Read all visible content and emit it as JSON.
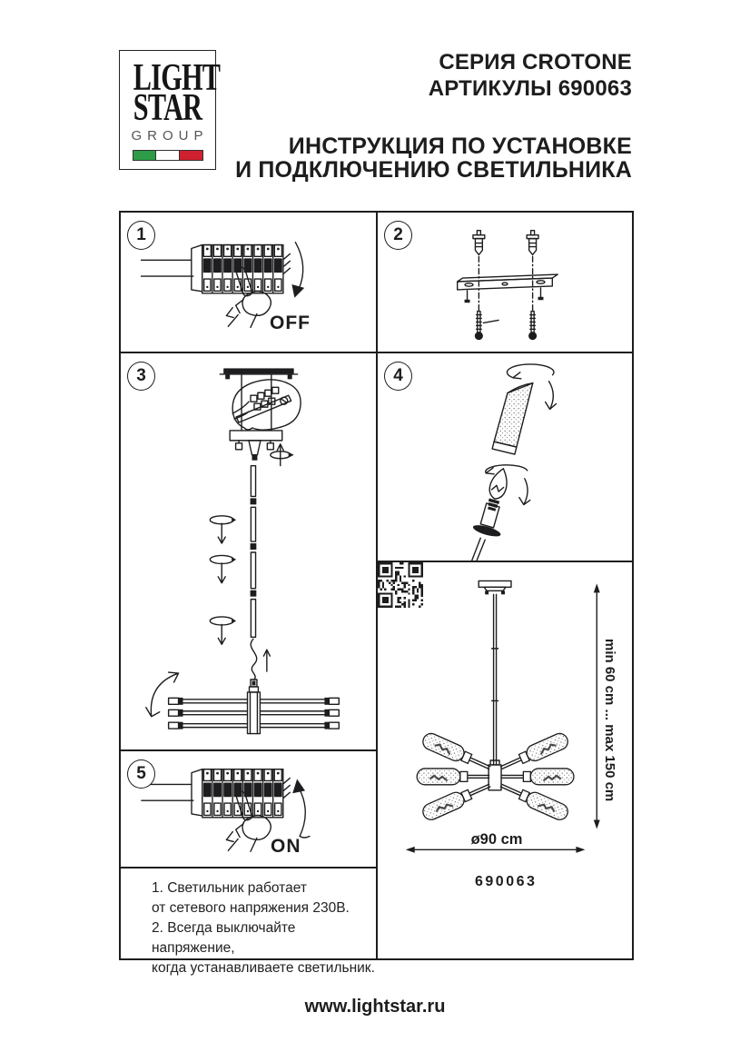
{
  "header": {
    "series": "СЕРИЯ CROTONE",
    "articles": "АРТИКУЛЫ 690063",
    "instruction_line1": "ИНСТРУКЦИЯ ПО УСТАНОВКЕ",
    "instruction_line2": "И ПОДКЛЮЧЕНИЮ СВЕТИЛЬНИКА"
  },
  "logo": {
    "word1": "LIGHT",
    "word2": "STAR",
    "word3": "GROUP"
  },
  "steps": {
    "s1": {
      "num": "1",
      "label": "OFF"
    },
    "s2": {
      "num": "2"
    },
    "s3": {
      "num": "3"
    },
    "s4": {
      "num": "4"
    },
    "s5": {
      "num": "5",
      "label": "ON"
    }
  },
  "fixture": {
    "height_range": "min 60 cm ... max 150 cm",
    "diameter": "ø90 cm",
    "article": "690063"
  },
  "notes": {
    "lines": [
      "1. Светильник работает",
      "от сетевого напряжения 230В.",
      "2. Всегда выключайте напряжение,",
      "когда устанавливаете светильник."
    ]
  },
  "footer": {
    "website": "www.lightstar.ru"
  },
  "colors": {
    "ink": "#1d1d1f",
    "flag_green": "#2e9c47",
    "flag_white": "#ffffff",
    "flag_red": "#cf2030",
    "group_gray": "#58595b"
  }
}
